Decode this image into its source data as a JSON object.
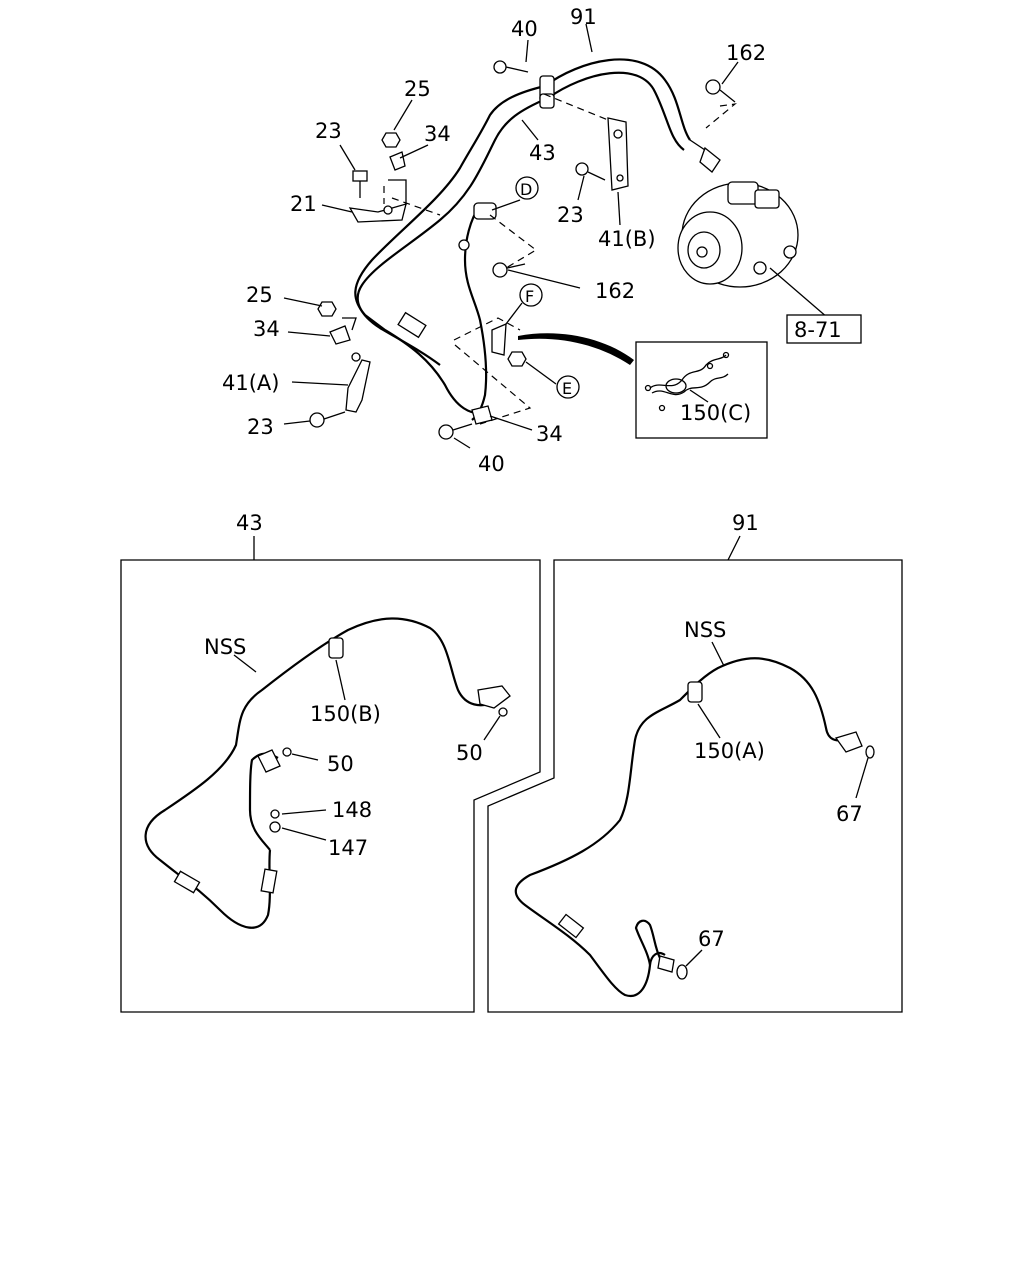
{
  "main_view": {
    "callouts": {
      "c40_top": "40",
      "c91_top": "91",
      "c162_top": "162",
      "c25_top": "25",
      "c34_top": "34",
      "c23_top": "23",
      "c43_top": "43",
      "c21": "21",
      "c23_mid": "23",
      "c41b": "41(B)",
      "c162_mid": "162",
      "c25_mid": "25",
      "c34_mid": "34",
      "c41a": "41(A)",
      "c23_bot": "23",
      "c34_bot": "34",
      "c40_bot": "40"
    },
    "circle_labels": {
      "d": "D",
      "e": "E",
      "f": "F"
    },
    "ref_box": "8-71",
    "inset_label": "150(C)"
  },
  "detail_43": {
    "title": "43",
    "labels": {
      "nss": "NSS",
      "p150b": "150(B)",
      "p50_left": "50",
      "p50_right": "50",
      "p148": "148",
      "p147": "147"
    }
  },
  "detail_91": {
    "title": "91",
    "labels": {
      "nss": "NSS",
      "p150a": "150(A)",
      "p67_upper": "67",
      "p67_lower": "67"
    }
  }
}
